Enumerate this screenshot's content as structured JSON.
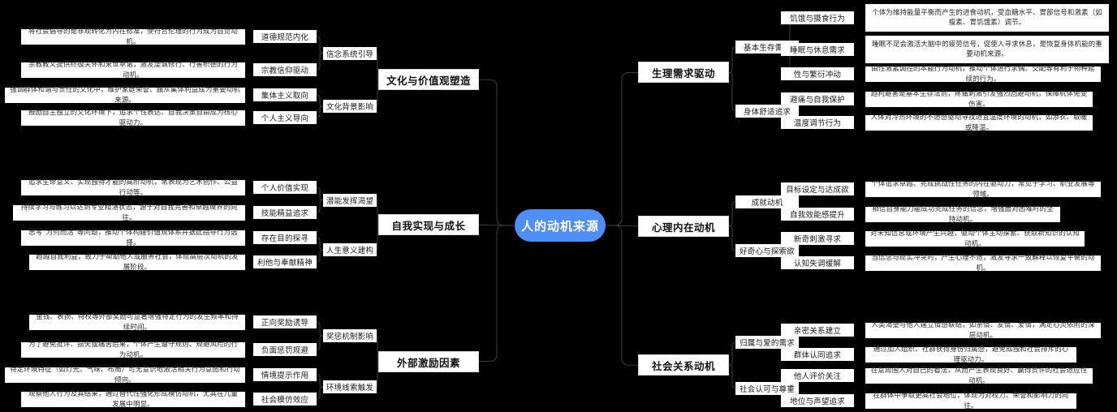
{
  "root": {
    "label": "人的动机来源",
    "color": "#4f8ef7"
  },
  "theme": {
    "background": "#000000",
    "node_bg": "#ffffff",
    "text": "#1a1a1a",
    "link": "#3a3a3a"
  },
  "branches": [
    {
      "id": "culture",
      "label": "文化与价值观塑造",
      "side": "left",
      "subs": [
        {
          "label": "信念系统引导",
          "items": [
            {
              "label": "道德规范内化",
              "desc": "将社会倡导的是非观转化为内在标准，使符合伦理的行为成为自觉动机。"
            },
            {
              "label": "宗教信仰驱动",
              "desc": "宗教教义提供终极关怀和来世承诺，激发虔诚修行、行善积德的行为动机。"
            }
          ]
        },
        {
          "label": "文化背景影响",
          "items": [
            {
              "label": "集体主义取向",
              "desc": "强调群体和谐与责任的文化中，维护家庭荣誉、服从集体利益成为重要动机来源。"
            },
            {
              "label": "个人主义导向",
              "desc": "鼓励自主独立的文化环境下，追求个性表达、自我决策自由成为核心驱动力。"
            }
          ]
        }
      ]
    },
    {
      "id": "self",
      "label": "自我实现与成长",
      "side": "left",
      "subs": [
        {
          "label": "潜能发挥渴望",
          "items": [
            {
              "label": "个人价值实现",
              "desc": "追求生命意义、实现独特才能的高阶动机，常表现为艺术创作、公益行动等。"
            },
            {
              "label": "技能精益追求",
              "desc": "持续学习与练习以达到专业精湛状态，源于对自我完善和卓越境界的向往。"
            }
          ]
        },
        {
          "label": "人生意义建构",
          "items": [
            {
              "label": "存在目的探寻",
              "desc": "思考\"为何而活\"等问题，推动个体构建价值观体系并据此指导行为选择。"
            },
            {
              "label": "利他与奉献精神",
              "desc": "超越自我利益，致力于帮助他人或服务社会，体现高层次动机的发展阶段。"
            }
          ]
        }
      ]
    },
    {
      "id": "external",
      "label": "外部激励因素",
      "side": "left",
      "subs": [
        {
          "label": "奖惩机制影响",
          "items": [
            {
              "label": "正向奖励诱导",
              "desc": "金钱、表扬、特权等外部奖励可显著增强特定行为的发生频率和持续时间。"
            },
            {
              "label": "负面惩罚规避",
              "desc": "为了避免批评、损失或痛苦后果，个体产生遵守规则、规避风险的行为动机。"
            }
          ]
        },
        {
          "label": "环境线索触发",
          "items": [
            {
              "label": "情境提示作用",
              "desc": "特定环境特征（如灯光、气味、布局）可无意识地激活相关行为意图和行动倾向。"
            },
            {
              "label": "社会模仿效应",
              "desc": "观察他人行为及其结果，通过替代性强化形成模仿动机，尤其在儿童发展中明显。"
            }
          ]
        }
      ]
    },
    {
      "id": "physio",
      "label": "生理需求驱动",
      "side": "right",
      "subs": [
        {
          "label": "基本生存需要",
          "items": [
            {
              "label": "饥饿与摄食行为",
              "desc": "个体为维持能量平衡而产生的进食动机，受血糖水平、胃部信号和激素（如瘦素、胃饥饿素）调节。"
            },
            {
              "label": "睡眠与休息需求",
              "desc": "睡眠不足会激活大脑中的疲劳信号，促使人寻求休息，是恢复身体机能的重要动机来源。"
            },
            {
              "label": "性与繁衍冲动",
              "desc": "由性激素调控的本能行为动机，推动个体进行求偶、交配等有利于物种延续的行为。"
            }
          ]
        },
        {
          "label": "身体舒适追求",
          "items": [
            {
              "label": "避痛与自我保护",
              "desc": "趋利避害是基本生存法则，疼痛刺激引发强烈回避动机，保障机体免受伤害。"
            },
            {
              "label": "温度调节行为",
              "desc": "人体对冷热环境的不适感驱动寻找适宜温度环境的动机，如添衣、取暖或降温。"
            }
          ]
        }
      ]
    },
    {
      "id": "psych",
      "label": "心理内在动机",
      "side": "right",
      "subs": [
        {
          "label": "成就动机",
          "items": [
            {
              "label": "目标设定与达成欲",
              "desc": "个体追求卓越、完成挑战性任务的内在驱动力，常见于学习、职业发展等领域。"
            },
            {
              "label": "自我效能感提升",
              "desc": "相信自身能力能成功完成任务的信念，增强面对困难时的坚持动机。"
            }
          ]
        },
        {
          "label": "好奇心与探索欲",
          "items": [
            {
              "label": "新奇刺激寻求",
              "desc": "对未知信息或环境产生兴趣，驱动个体主动探索、获取新知识的认知动机。"
            },
            {
              "label": "认知失调缓解",
              "desc": "当信念与现实冲突时，产生心理不适，激发寻求一致解释以恢复平衡的动机。"
            }
          ]
        }
      ]
    },
    {
      "id": "social",
      "label": "社会关系动机",
      "side": "right",
      "subs": [
        {
          "label": "归属与爱的需求",
          "items": [
            {
              "label": "亲密关系建立",
              "desc": "人类渴望与他人建立情感联结，如亲情、友情、爱情，满足心灵依附的深层动机。"
            },
            {
              "label": "群体认同追求",
              "desc": "通过加入组织、社群获得身份归属感，避免孤独和社会排斥的心理驱动力。"
            }
          ]
        },
        {
          "label": "社会认可与尊重",
          "items": [
            {
              "label": "他人评价关注",
              "desc": "在意周围人对自己的看法，从而产生表现良好、赢得赞许的社会适应性动机。"
            },
            {
              "label": "地位与声望追求",
              "desc": "在群体中争取更高社会地位，体现为对权力、荣誉和影响力的向往。"
            }
          ]
        }
      ]
    }
  ]
}
